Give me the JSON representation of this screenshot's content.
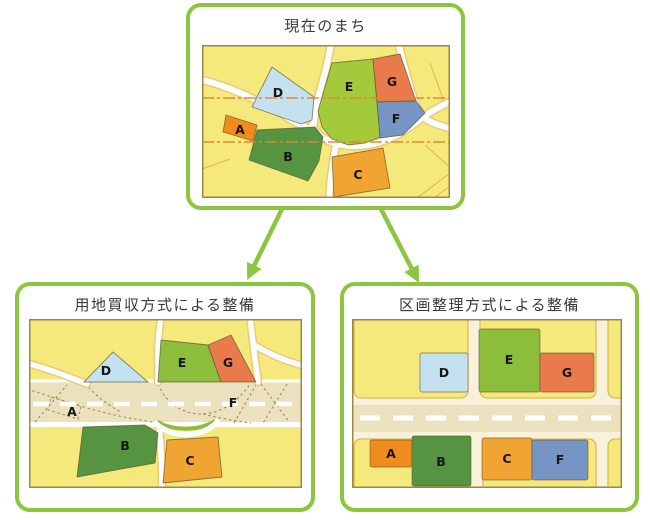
{
  "accent": {
    "frame_green": "#8CC63F",
    "title_text": "#3a3a3a"
  },
  "titles": {
    "current": "現在のまち",
    "purchase": "用地買収方式による整備",
    "readjustment": "区画整理方式による整備"
  },
  "parcel_labels": {
    "a": "A",
    "b": "B",
    "c": "C",
    "d": "D",
    "e": "E",
    "f": "F",
    "g": "G"
  },
  "colors": {
    "map_bg": "#F6E97C",
    "band": "#ECE1BE",
    "road_white": "#FFFFFF",
    "road_casing": "#EDC979",
    "road_bg": "#F8F2DA",
    "block_yellow": "#F6E97C",
    "block_outline": "#DFA93F",
    "dash_dot_orange": "#E2862D",
    "ghost_dotted": "#A09048",
    "map_border": "#9C8747",
    "parcel_a": "#F08C1E",
    "parcel_b": "#579442",
    "parcel_c": "#F0A431",
    "parcel_d": "#C3E1EF",
    "parcel_e": "#A4CA3C",
    "parcel_e2": "#8CBD3B",
    "parcel_f": "#7795C4",
    "parcel_g": "#E97A4C"
  }
}
